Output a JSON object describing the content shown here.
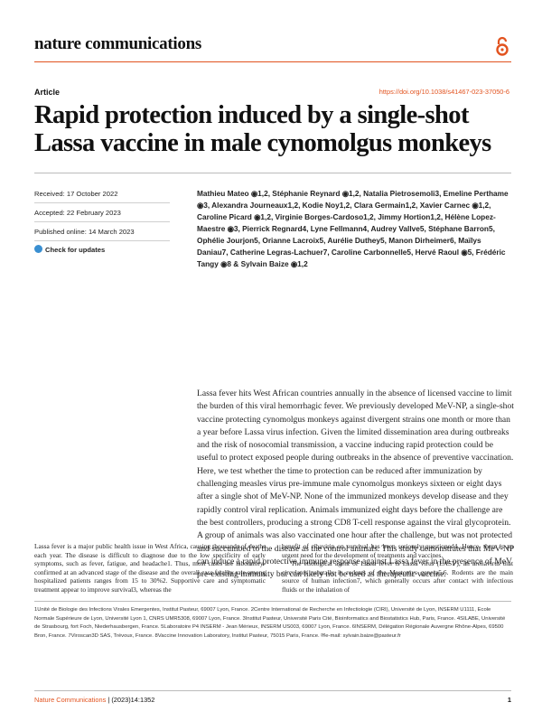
{
  "header": {
    "journal": "nature communications",
    "article_type": "Article",
    "doi": "https://doi.org/10.1038/s41467-023-37050-6",
    "accent_color": "#e2531f",
    "open_access_icon": "open-access-icon"
  },
  "title": "Rapid protection induced by a single-shot Lassa vaccine in male cynomolgus monkeys",
  "dates": {
    "received": "Received: 17 October 2022",
    "accepted": "Accepted: 22 February 2023",
    "published": "Published online: 14 March 2023",
    "check": "Check for updates"
  },
  "authors": "Mathieu Mateo ◉1,2, Stéphanie Reynard ◉1,2, Natalia Pietrosemoli3, Emeline Perthame ◉3, Alexandra Journeaux1,2, Kodie Noy1,2, Clara Germain1,2, Xavier Carnec ◉1,2, Caroline Picard ◉1,2, Virginie Borges-Cardoso1,2, Jimmy Hortion1,2, Hélène Lopez-Maestre ◉3, Pierrick Regnard4, Lyne Fellmann4, Audrey Vallve5, Stéphane Barron5, Ophélie Jourjon5, Orianne Lacroix5, Aurélie Duthey5, Manon Dirheimer6, Maïlys Daniau7, Catherine Legras-Lachuer7, Caroline Carbonnelle5, Hervé Raoul ◉5, Frédéric Tangy ◉8 & Sylvain Baize ◉1,2",
  "abstract": "Lassa fever hits West African countries annually in the absence of licensed vaccine to limit the burden of this viral hemorrhagic fever. We previously developed MeV-NP, a single-shot vaccine protecting cynomolgus monkeys against divergent strains one month or more than a year before Lassa virus infection. Given the limited dissemination area during outbreaks and the risk of nosocomial transmission, a vaccine inducing rapid protection could be useful to protect exposed people during outbreaks in the absence of preventive vaccination. Here, we test whether the time to protection can be reduced after immunization by challenging measles virus pre-immune male cynomolgus monkeys sixteen or eight days after a single shot of MeV-NP. None of the immunized monkeys develop disease and they rapidly control viral replication. Animals immunized eight days before the challenge are the best controllers, producing a strong CD8 T-cell response against the viral glycoprotein. A group of animals was also vaccinated one hour after the challenge, but was not protected and succumbed to the disease as the control animals. This study demonstrates that MeV-NP can induce a rapid protective immune response against Lassa fever in the presence of MeV pre-existing immunity but can likely not be used as therapeutic vaccine.",
  "body": {
    "col1": "Lassa fever is a major public health issue in West Africa, causing thousands of deaths each year. The disease is difficult to diagnose due to the low specificity of early symptoms, such as fever, fatigue, and headache1. Thus, most cases are laboratory-confirmed at an advanced stage of the disease and the overall case fatality rate among hospitalized patients ranges from 15 to 30%2. Supportive care and symptomatic treatment appear to improve survival3, whereas the",
    "col2a": "benefit of ribavirin on survival has been seriously questioned4. Hence, there is an urgent need for the development of treatments and vaccines.",
    "col2b": "The etiological agent of Lassa fever is Lassa virus (LASV), an arenavirus that circulates naturally in rodents of the Mastomys genera5,6. Rodents are the main source of human infection7, which generally occurs after contact with infectious fluids or the inhalation of"
  },
  "affiliations": "1Unité de Biologie des Infections Virales Emergentes, Institut Pasteur, 69007 Lyon, France. 2Centre International de Recherche en Infectiologie (CIRI), Université de Lyon, INSERM U1111, Ecole Normale Supérieure de Lyon, Université Lyon 1, CNRS UMR5308, 69007 Lyon, France. 3Institut Pasteur, Université Paris Cité, Bioinformatics and Biostatistics Hub, Paris, France. 4SILABE, Université de Strasbourg, fort Foch, Niederhausbergen, France. 5Laboratoire P4 INSERM - Jean Mérieux, INSERM US003, 69007 Lyon, France. 6INSERM, Délégation Régionale Auvergne Rhône-Alpes, 69500 Bron, France. 7Viroscan3D SAS, Trévoux, France. 8Vaccine Innovation Laboratory, Institut Pasteur, 75015 Paris, France. ✉e-mail: sylvain.baize@pasteur.fr",
  "footer": {
    "journal": "Nature Communications",
    "citation": "| (2023)14:1352",
    "page": "1"
  }
}
